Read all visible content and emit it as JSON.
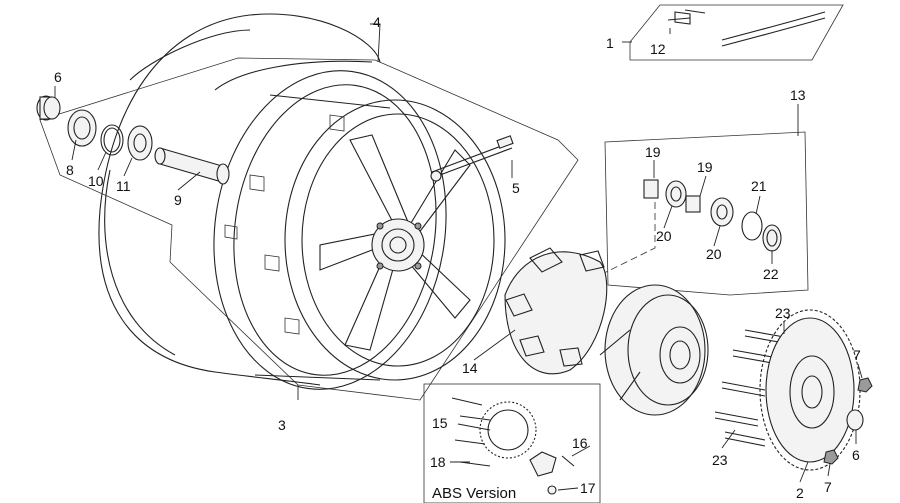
{
  "diagram": {
    "abs_box_title": "ABS Version",
    "callouts": [
      {
        "id": "c1",
        "label": "1"
      },
      {
        "id": "c2",
        "label": "2"
      },
      {
        "id": "c3",
        "label": "3"
      },
      {
        "id": "c4",
        "label": "4"
      },
      {
        "id": "c5",
        "label": "5"
      },
      {
        "id": "c6a",
        "label": "6"
      },
      {
        "id": "c6b",
        "label": "6"
      },
      {
        "id": "c7a",
        "label": "7"
      },
      {
        "id": "c7b",
        "label": "7"
      },
      {
        "id": "c8",
        "label": "8"
      },
      {
        "id": "c9",
        "label": "9"
      },
      {
        "id": "c10",
        "label": "10"
      },
      {
        "id": "c11",
        "label": "11"
      },
      {
        "id": "c12",
        "label": "12"
      },
      {
        "id": "c13",
        "label": "13"
      },
      {
        "id": "c14",
        "label": "14"
      },
      {
        "id": "c15",
        "label": "15"
      },
      {
        "id": "c16",
        "label": "16"
      },
      {
        "id": "c17",
        "label": "17"
      },
      {
        "id": "c18",
        "label": "18"
      },
      {
        "id": "c19a",
        "label": "19"
      },
      {
        "id": "c19b",
        "label": "19"
      },
      {
        "id": "c20a",
        "label": "20"
      },
      {
        "id": "c20b",
        "label": "20"
      },
      {
        "id": "c21",
        "label": "21"
      },
      {
        "id": "c22",
        "label": "22"
      },
      {
        "id": "c23a",
        "label": "23"
      },
      {
        "id": "c23b",
        "label": "23"
      }
    ]
  }
}
